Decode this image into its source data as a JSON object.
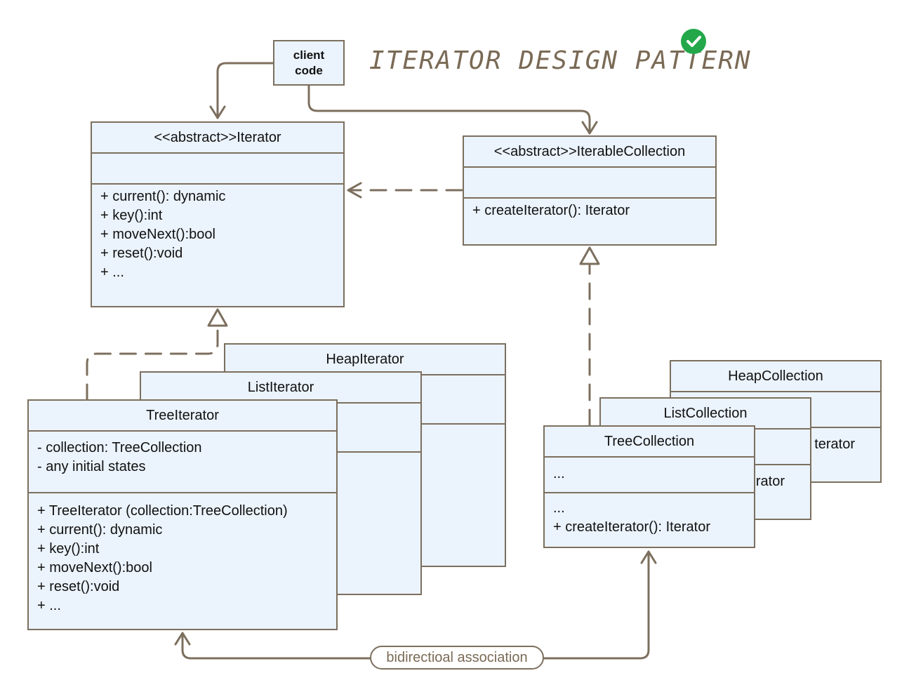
{
  "title": "ITERATOR DESIGN PATTERN",
  "client": {
    "line1": "client",
    "line2": "code"
  },
  "iterator": {
    "header": "<<abstract>>Iterator",
    "methods": [
      "+ current(): dynamic",
      "+ key():int",
      "+ moveNext():bool",
      "+ reset():void",
      "+ ..."
    ]
  },
  "iterable": {
    "header": "<<abstract>>IterableCollection",
    "methods": [
      "+ createIterator(): Iterator"
    ]
  },
  "heap_iterator": {
    "header": "HeapIterator"
  },
  "list_iterator": {
    "header": "ListIterator"
  },
  "tree_iterator": {
    "header": "TreeIterator",
    "fields": [
      "- collection: TreeCollection",
      "- any initial states"
    ],
    "methods": [
      "+ TreeIterator (collection:TreeCollection)",
      "+ current(): dynamic",
      "+ key():int",
      "+ moveNext():bool",
      "+ reset():void",
      "+ ..."
    ]
  },
  "heap_collection": {
    "header": "HeapCollection",
    "partial": "terator"
  },
  "list_collection": {
    "header": "ListCollection",
    "partial": "rator"
  },
  "tree_collection": {
    "header": "TreeCollection",
    "fields": [
      "..."
    ],
    "methods": [
      "...",
      "+ createIterator(): Iterator"
    ]
  },
  "association_label": "bidirectioal association",
  "colors": {
    "stroke": "#7c6f5e",
    "fill": "#ebf3fc",
    "title": "#7a6a55",
    "check": "#22a84a"
  }
}
